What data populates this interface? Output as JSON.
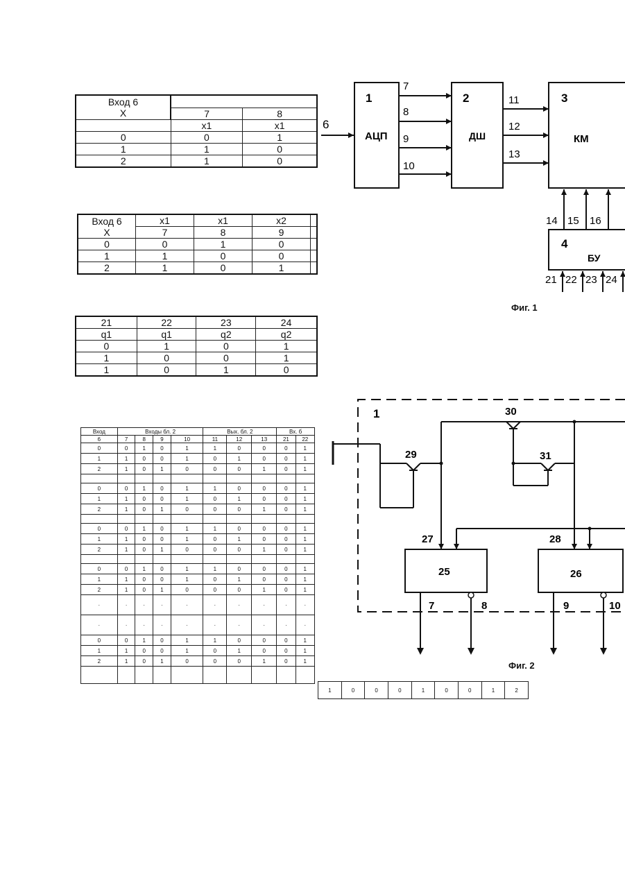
{
  "table_a": {
    "head_input": "Вход 6",
    "head_x": "X",
    "col_nums": [
      "7",
      "8"
    ],
    "col_syms": [
      "x1",
      "x1"
    ],
    "rows": [
      [
        "0",
        "0",
        "1"
      ],
      [
        "1",
        "1",
        "0"
      ],
      [
        "2",
        "1",
        "0"
      ]
    ]
  },
  "table_b": {
    "head_input": "Вход 6",
    "head_x": "X",
    "col_syms": [
      "x1",
      "x1",
      "x2"
    ],
    "col_nums": [
      "7",
      "8",
      "9"
    ],
    "rows": [
      [
        "0",
        "0",
        "1",
        "0"
      ],
      [
        "1",
        "1",
        "0",
        "0"
      ],
      [
        "2",
        "1",
        "0",
        "1"
      ]
    ]
  },
  "table_c": {
    "col_nums": [
      "21",
      "22",
      "23",
      "24"
    ],
    "col_syms": [
      "q1",
      "q1",
      "q2",
      "q2"
    ],
    "rows": [
      [
        "0",
        "1",
        "0",
        "1"
      ],
      [
        "1",
        "0",
        "0",
        "1"
      ],
      [
        "1",
        "0",
        "1",
        "0"
      ]
    ]
  },
  "table_d": {
    "group_headers": [
      "Вход",
      "Входы бл. 2",
      "Вых. бл. 2",
      "Вх. б"
    ],
    "col_nums": [
      "6",
      "7",
      "8",
      "9",
      "10",
      "11",
      "12",
      "13",
      "21",
      "22"
    ],
    "groups": [
      [
        [
          "0",
          "0",
          "1",
          "0",
          "1",
          "1",
          "0",
          "0",
          "0",
          "1"
        ],
        [
          "1",
          "1",
          "0",
          "0",
          "1",
          "0",
          "1",
          "0",
          "0",
          "1"
        ],
        [
          "2",
          "1",
          "0",
          "1",
          "0",
          "0",
          "0",
          "1",
          "0",
          "1"
        ]
      ],
      [
        [
          "0",
          "0",
          "1",
          "0",
          "1",
          "1",
          "0",
          "0",
          "0",
          "1"
        ],
        [
          "1",
          "1",
          "0",
          "0",
          "1",
          "0",
          "1",
          "0",
          "0",
          "1"
        ],
        [
          "2",
          "1",
          "0",
          "1",
          "0",
          "0",
          "0",
          "1",
          "0",
          "1"
        ]
      ],
      [
        [
          "0",
          "0",
          "1",
          "0",
          "1",
          "1",
          "0",
          "0",
          "0",
          "1"
        ],
        [
          "1",
          "1",
          "0",
          "0",
          "1",
          "0",
          "1",
          "0",
          "0",
          "1"
        ],
        [
          "2",
          "1",
          "0",
          "1",
          "0",
          "0",
          "0",
          "1",
          "0",
          "1"
        ]
      ],
      [
        [
          "0",
          "0",
          "1",
          "0",
          "1",
          "1",
          "0",
          "0",
          "0",
          "1"
        ],
        [
          "1",
          "1",
          "0",
          "0",
          "1",
          "0",
          "1",
          "0",
          "0",
          "1"
        ],
        [
          "2",
          "1",
          "0",
          "1",
          "0",
          "0",
          "0",
          "1",
          "0",
          "1"
        ]
      ]
    ],
    "dot": "·",
    "last_group": [
      [
        "0",
        "0",
        "1",
        "0",
        "1",
        "1",
        "0",
        "0",
        "0",
        "1"
      ],
      [
        "1",
        "1",
        "0",
        "0",
        "1",
        "0",
        "1",
        "0",
        "0",
        "1"
      ],
      [
        "2",
        "1",
        "0",
        "1",
        "0",
        "0",
        "0",
        "1",
        "0",
        "1"
      ]
    ],
    "tail_values": [
      "1",
      "0",
      "0",
      "0",
      "1",
      "0",
      "0",
      "1",
      "2"
    ]
  },
  "fig1": {
    "caption": "Фиг. 1",
    "block1": {
      "num": "1",
      "label": "АЦП"
    },
    "block2": {
      "num": "2",
      "label": "ДШ"
    },
    "block3": {
      "num": "3",
      "label": "КМ"
    },
    "block4": {
      "num": "4",
      "label": "БУ"
    },
    "input_label": "6",
    "lines_1_2": [
      "7",
      "8",
      "9",
      "10"
    ],
    "lines_2_3": [
      "11",
      "12",
      "13"
    ],
    "lines_4_3": [
      "14",
      "15",
      "16"
    ],
    "lines_4_in": [
      "21",
      "22",
      "23",
      "24"
    ]
  },
  "fig2": {
    "caption": "Фиг. 2",
    "block_num": "1",
    "transistors": [
      "29",
      "30",
      "31"
    ],
    "subblocks": [
      "25",
      "26"
    ],
    "nodes": [
      "27",
      "28"
    ],
    "outputs": [
      "7",
      "8",
      "9",
      "10"
    ]
  }
}
